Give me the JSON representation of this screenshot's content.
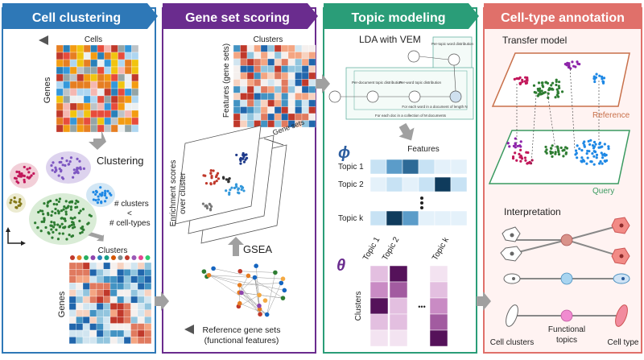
{
  "panels": {
    "cell_clustering": {
      "title": "Cell clustering",
      "cells_label": "Cells",
      "genes_label": "Genes",
      "clustering_label": "Clustering",
      "n_clusters": "# clusters",
      "lt": "<",
      "n_celltypes": "# cell-types",
      "clusters_label": "Clusters",
      "genes_label2": "Genes",
      "color": "#2e78b7"
    },
    "gene_set_scoring": {
      "title": "Gene set scoring",
      "clusters_label": "Clusters",
      "features_label": "Features (gene sets)",
      "gene_sets_label": "Gene sets",
      "enrichment_label1": "Enrichment scores",
      "enrichment_label2": "over cluster",
      "gsea_label": "GSEA",
      "reference_label1": "Reference gene sets",
      "reference_label2": "(functional features)",
      "color": "#6a2c8e"
    },
    "topic_modeling": {
      "title": "Topic modeling",
      "lda_label": "LDA with VEM",
      "lda_box1": "Per-topic word distribution",
      "lda_box2": "Per-document topic distribution",
      "lda_box3": "Per-word topic distribution",
      "lda_note1": "For each word in a document of length N",
      "lda_note2": "For each doc in a collection of M documents",
      "phi": "ϕ",
      "features_label": "Features",
      "topic1": "Topic 1",
      "topic2": "Topic 2",
      "topick": "Topic k",
      "theta": "θ",
      "col_topic1": "Topic 1",
      "col_topic2": "Topic 2",
      "col_topick": "Topic k",
      "clusters_label": "Clusters",
      "dots": "•••",
      "color": "#2a9d78"
    },
    "celltype_annotation": {
      "title": "Cell-type annotation",
      "transfer_label": "Transfer model",
      "reference_label": "Reference",
      "query_label": "Query",
      "interpretation_label": "Interpretation",
      "cell_clusters_label": "Cell clusters",
      "functional_topics_label1": "Functional",
      "functional_topics_label2": "topics",
      "cell_type_label": "Cell type",
      "color": "#e0706a"
    }
  }
}
